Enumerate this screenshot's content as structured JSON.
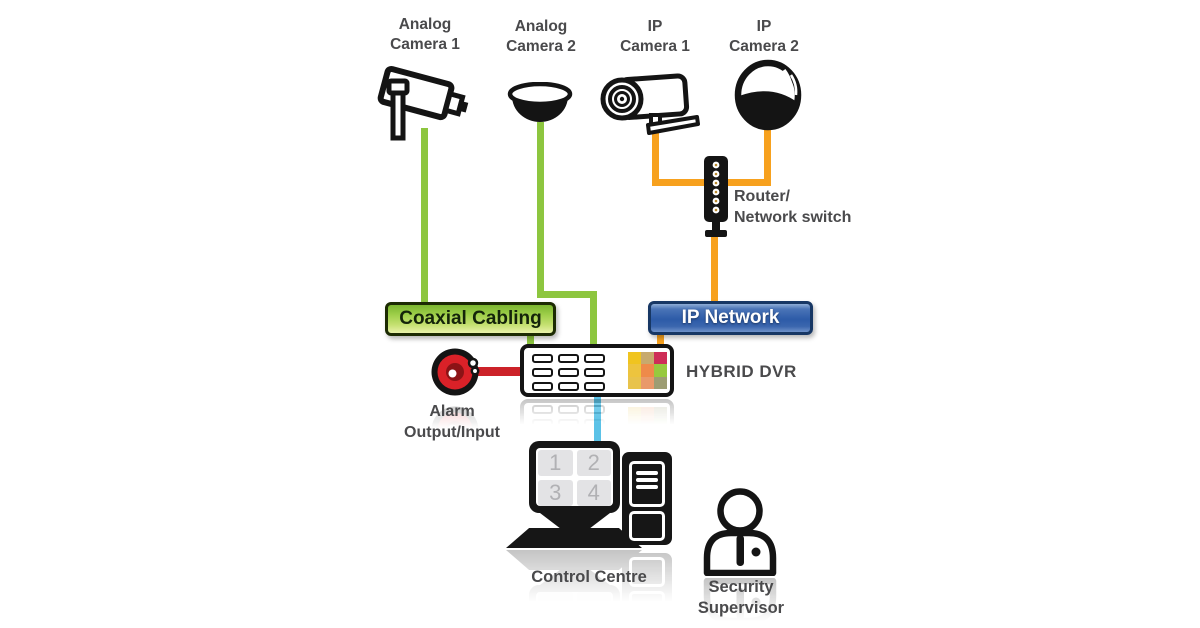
{
  "cameras": {
    "analog1": {
      "line1": "Analog",
      "line2": "Camera 1"
    },
    "analog2": {
      "line1": "Analog",
      "line2": "Camera 2"
    },
    "ip1": {
      "line1": "IP",
      "line2": "Camera 1"
    },
    "ip2": {
      "line1": "IP",
      "line2": "Camera 2"
    }
  },
  "router": {
    "line1": "Router/",
    "line2": "Network switch"
  },
  "boxes": {
    "coaxial": "Coaxial Cabling",
    "ip_network": "IP Network"
  },
  "dvr": {
    "label": "HYBRID DVR"
  },
  "alarm": {
    "line1": "Alarm",
    "line2": "Output/Input"
  },
  "control_centre": {
    "label": "Control Centre",
    "tiles": [
      "1",
      "2",
      "3",
      "4"
    ]
  },
  "supervisor": {
    "line1": "Security",
    "line2": "Supervisor"
  },
  "colors": {
    "analog_cable": "#8dc63f",
    "ip_cable": "#f7a11e",
    "alarm_cable": "#cc2229",
    "monitor_cable": "#5bc2e7",
    "label_text": "#4a4a4c",
    "coax_box": "#9fcf4a",
    "ip_network_box": "#2d5ba8"
  }
}
